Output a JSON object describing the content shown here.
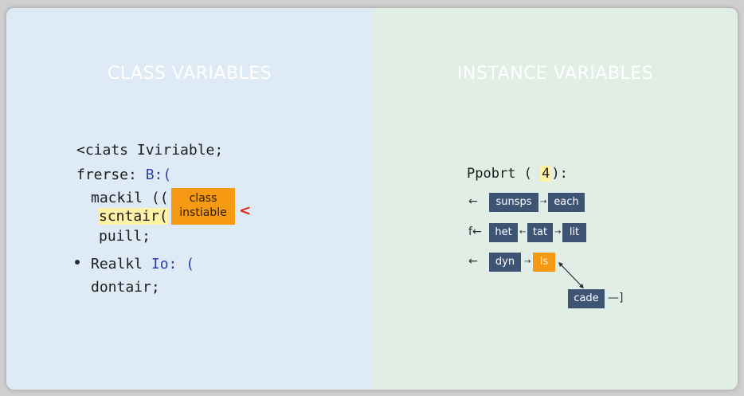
{
  "left_panel": {
    "title": "CLASS VARIABLES",
    "code_lines": [
      "<ciats Iviriable;",
      "frerse: ",
      "B:(",
      "mackil ((",
      "scntair(",
      "puill;",
      "Realkl ",
      "Io: (",
      "dontair;"
    ],
    "callout_line1": "class",
    "callout_line2": "instiable",
    "callout_arrow": "<"
  },
  "right_panel": {
    "title": "INSTANCE VARIABLES",
    "header_text": "Ppobrt ( ",
    "header_num": "4",
    "header_tail": "):",
    "row1_lead": "←",
    "row1_nodes": [
      "sunsps",
      "each"
    ],
    "row2_lead": "f←",
    "row2_nodes": [
      "het",
      "tat",
      "lit"
    ],
    "row3_lead": "←",
    "row3_nodes": [
      "dyn",
      "ls"
    ],
    "tail_node": "cade",
    "tail_suffix": "—]",
    "colors": {
      "node": "#3e5475",
      "highlight": "#f59a12"
    }
  }
}
